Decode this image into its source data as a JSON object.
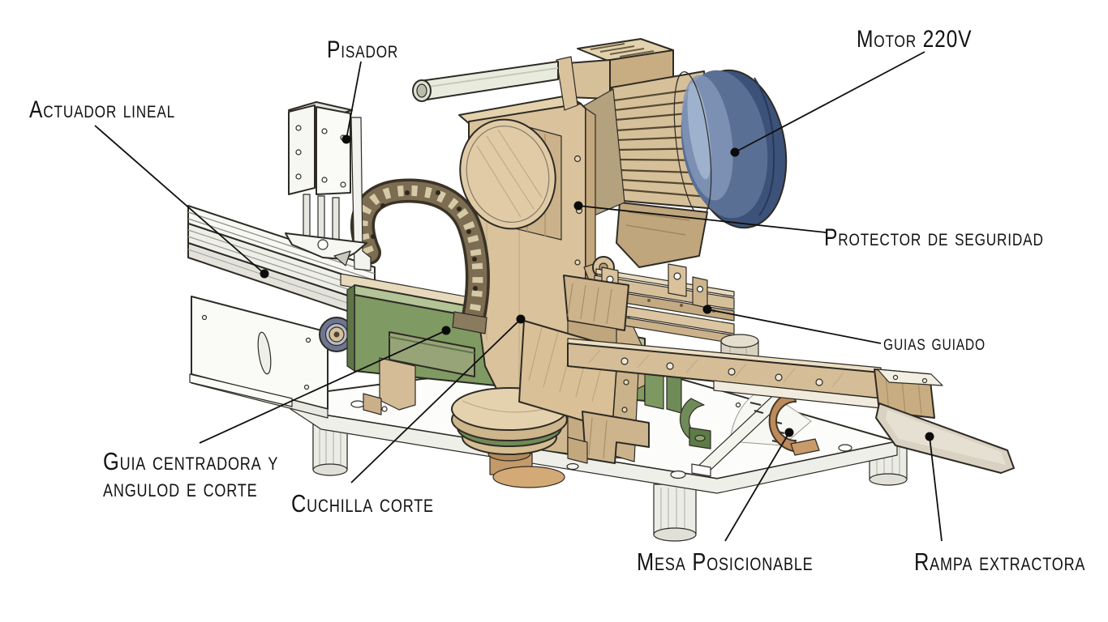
{
  "diagram": {
    "description": "Hand-drawn technical illustration of an automatic cutting machine with labeled parts",
    "labels": [
      {
        "id": "actuador-lineal",
        "text": "Actuador lineal"
      },
      {
        "id": "pisador",
        "text": "Pisador"
      },
      {
        "id": "motor-220v",
        "text": "Motor 220V"
      },
      {
        "id": "protector-de-seguridad",
        "text": "Protector de seguridad"
      },
      {
        "id": "guias-guiado",
        "text": "guias guiado"
      },
      {
        "id": "guia-centradora",
        "text": "Guia centradora y",
        "line2": "angulod e corte"
      },
      {
        "id": "cuchilla-corte",
        "text": "Cuchilla corte"
      },
      {
        "id": "mesa-posicionable",
        "text": "Mesa Posicionable"
      },
      {
        "id": "rampa-extractora",
        "text": "Rampa extractora"
      }
    ],
    "palette": {
      "background": "#ffffff",
      "outline": "#2e2b25",
      "label_text": "#121212",
      "body_tan": "#d9c29c",
      "body_tan_dark": "#c3a87e",
      "body_cream": "#e8dcc0",
      "motor_blue": "#55698e",
      "motor_blue_dark": "#3d5278",
      "beam_green": "#7f9a62",
      "beam_green_dark": "#5d7547",
      "chain_brown": "#7b6c52",
      "metal_white": "#f7f7f4",
      "ramp_grey": "#d9d1c2"
    }
  }
}
